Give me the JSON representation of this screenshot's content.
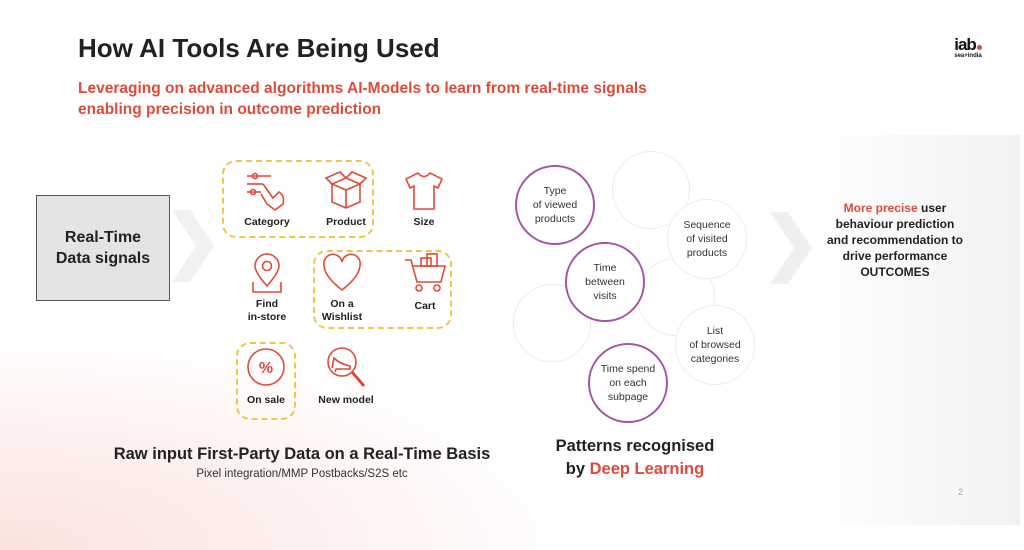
{
  "title": "How AI Tools Are Being Used",
  "subtitle": [
    "Leveraging on advanced algorithms AI-Models to learn from real-time signals",
    "enabling precision in outcome prediction"
  ],
  "logo": {
    "main": "iab",
    "sub": "sea+india"
  },
  "realtime_box": {
    "line1": "Real-Time",
    "line2": "Data signals"
  },
  "signals": [
    {
      "label": "Category",
      "icon": "hand-sliders-icon"
    },
    {
      "label": "Product",
      "icon": "box-icon"
    },
    {
      "label": "Size",
      "icon": "tshirt-icon"
    },
    {
      "label": "Find",
      "label2": "in-store",
      "icon": "map-pin-icon"
    },
    {
      "label": "On a",
      "label2": "Wishlist",
      "icon": "heart-icon"
    },
    {
      "label": "Cart",
      "icon": "cart-icon"
    },
    {
      "label": "On sale",
      "icon": "percent-icon"
    },
    {
      "label": "New model",
      "icon": "magnifier-shoe-icon"
    }
  ],
  "raw_input": {
    "title": "Raw input First-Party Data on a Real-Time Basis",
    "subtitle": "Pixel integration/MMP Postbacks/S2S etc"
  },
  "patterns": [
    [
      "Type",
      "of viewed",
      "products"
    ],
    [
      "Sequence",
      "of visited",
      "products"
    ],
    [
      "Time",
      "between",
      "visits"
    ],
    [
      "List",
      "of browsed",
      "categories"
    ],
    [
      "Time spend",
      "on each",
      "subpage"
    ]
  ],
  "patterns_caption": {
    "line1": "Patterns recognised",
    "line2_prefix": "by ",
    "line2_highlight": "Deep Learning"
  },
  "outcome": {
    "highlight": "More precise",
    "rest1": " user",
    "line2": "behaviour prediction",
    "line3": "and recommendation to",
    "line4": "drive performance",
    "line5": "OUTCOMES"
  },
  "page_number": "2",
  "colors": {
    "accent": "#e04a3a",
    "purple": "#a654a6",
    "dash": "#efc64a"
  }
}
